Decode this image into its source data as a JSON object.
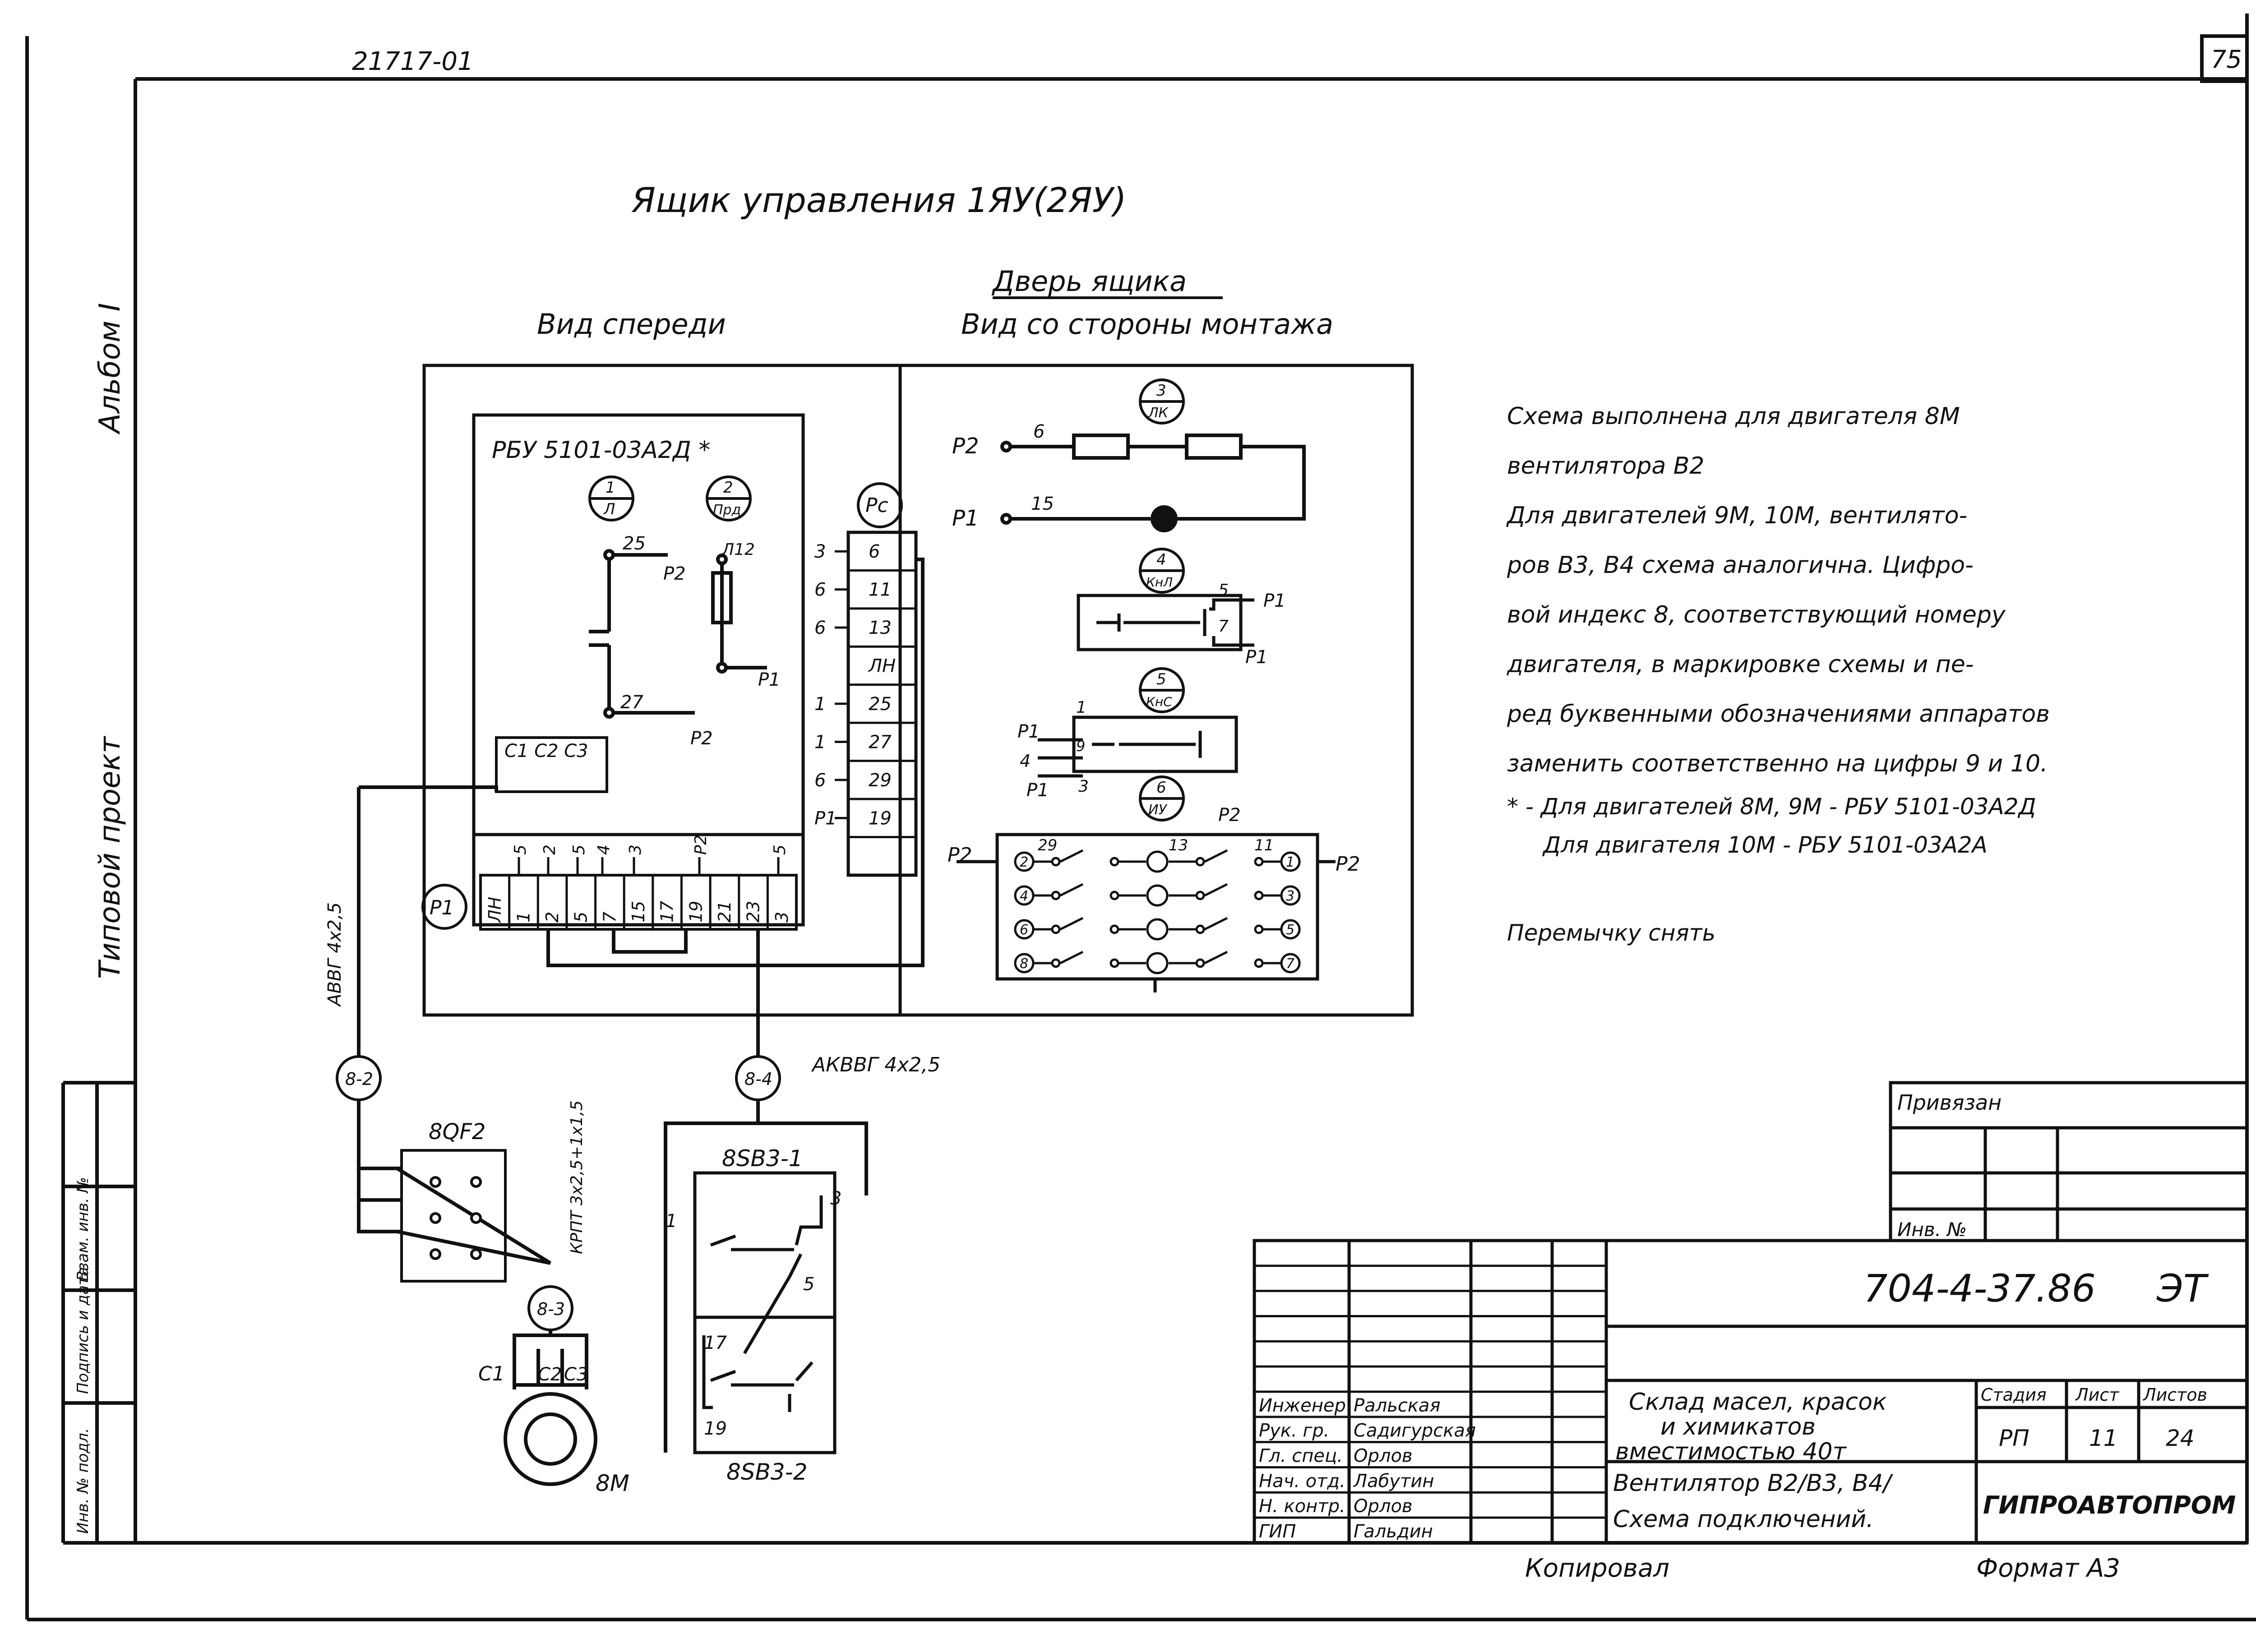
{
  "sheet": {
    "doc_number": "21717-01",
    "page_number": "75",
    "side_album": "Альбом I",
    "side_project": "Типовой проект",
    "side_fields": [
      "Инв. № подл.",
      "Подпись и дата",
      "Взам. инв. №"
    ],
    "copied": "Копировал",
    "format": "Формат А3"
  },
  "diagram": {
    "title": "Ящик управления 1ЯУ(2ЯУ)",
    "front_view": "Вид спереди",
    "door_title": "Дверь ящика",
    "door_view": "Вид со стороны монтажа",
    "relay_block": "РБУ 5101-03А2Д *",
    "circ_1": [
      "1",
      "Л"
    ],
    "circ_2": [
      "2",
      "Прд"
    ],
    "circ_pc": "Pc",
    "circ_p1": "Р1",
    "circ_3": [
      "3",
      "ЛК"
    ],
    "circ_4": [
      "4",
      "КнЛ"
    ],
    "circ_5": [
      "5",
      "КнС"
    ],
    "circ_6": [
      "6",
      "ИУ"
    ],
    "lbl_25": "25",
    "lbl_27": "27",
    "lbl_p2a": "Р2",
    "lbl_p2b": "Р2",
    "lbl_l12": "Л12",
    "lbl_p1a": "Р1",
    "terminal_c": "С1  С2  С3",
    "bottom_terminals": [
      "ЛН",
      "1",
      "2",
      "5",
      "7",
      "15",
      "17",
      "19",
      "21",
      "23",
      "3"
    ],
    "bottom_top_labels": [
      "5",
      "2",
      "5",
      "4",
      "3",
      "Р2",
      "5"
    ],
    "right_terminals": [
      "6",
      "11",
      "13",
      "ЛН",
      "25",
      "27",
      "29",
      "19",
      ""
    ],
    "right_left_labels": [
      "3",
      "6",
      "6",
      "",
      "1",
      "1",
      "6",
      "Р1"
    ],
    "door_rows": [
      {
        "p": "Р2",
        "n": "6"
      },
      {
        "p": "Р1",
        "n": "15"
      }
    ],
    "kn_l_labels": [
      "5",
      "Р1",
      "7",
      "Р1"
    ],
    "kn_s_labels": [
      "1",
      "Р1",
      "4",
      "Р1",
      "3",
      "9"
    ],
    "iu_labels": {
      "p2_top": "Р2",
      "left": "Р2",
      "right": "Р2",
      "n29": "29",
      "n13": "13",
      "n11": "11",
      "rows_left": [
        "2",
        "4",
        "6",
        "8"
      ],
      "rows_right": [
        "1",
        "3",
        "5",
        "7"
      ]
    },
    "cable_1": "АВВГ 4х2,5",
    "cable_2": "АКВВГ 4х2,5",
    "cable_3": "КРПТ 3х2,5+1х1,5",
    "node_82": "8-2",
    "node_84": "8-4",
    "node_83": "8-3",
    "breaker": "8QF2",
    "sb_top": "8SB3-1",
    "sb_bottom": "8SB3-2",
    "sb_nums": [
      "1",
      "3",
      "5",
      "17",
      "19"
    ],
    "motor": "8М",
    "motor_phases": [
      "С1",
      "С2",
      "С3"
    ]
  },
  "notes": {
    "main": [
      "Схема выполнена для двигателя 8М",
      "вентилятора В2",
      "Для двигателей 9М, 10М, вентилято-",
      "ров В3, В4 схема аналогична. Цифро-",
      "вой индекс 8, соответствующий номеру",
      "двигателя, в маркировке схемы и пе-",
      "ред буквенными обозначениями аппаратов",
      "заменить соответственно на цифры 9 и 10."
    ],
    "asterisk": [
      "* - Для двигателей 8М, 9М - РБУ 5101-03А2Д",
      "Для двигателя 10М - РБУ 5101-03А2А"
    ],
    "jumper": "Перемычку снять"
  },
  "title_block": {
    "privyazan": "Привязан",
    "inv": "Инв. №",
    "code": "704-4-37.86",
    "mark": "ЭТ",
    "roles": [
      "Инженер",
      "Рук. гр.",
      "Гл. спец.",
      "Нач. отд.",
      "Н. контр.",
      "ГИП"
    ],
    "names": [
      "Ральская",
      "Садигурская",
      "Орлов",
      "Лабутин",
      "Орлов",
      "Гальдин"
    ],
    "object": [
      "Склад масел, красок",
      "и химикатов",
      "вместимостью 40т"
    ],
    "sheet_title": [
      "Вентилятор В2/В3, В4/",
      "Схема подключений."
    ],
    "stage_h": "Стадия",
    "list_h": "Лист",
    "lists_h": "Листов",
    "stage": "РП",
    "list": "11",
    "lists": "24",
    "org": "ГИПРОАВТОПРОМ"
  }
}
